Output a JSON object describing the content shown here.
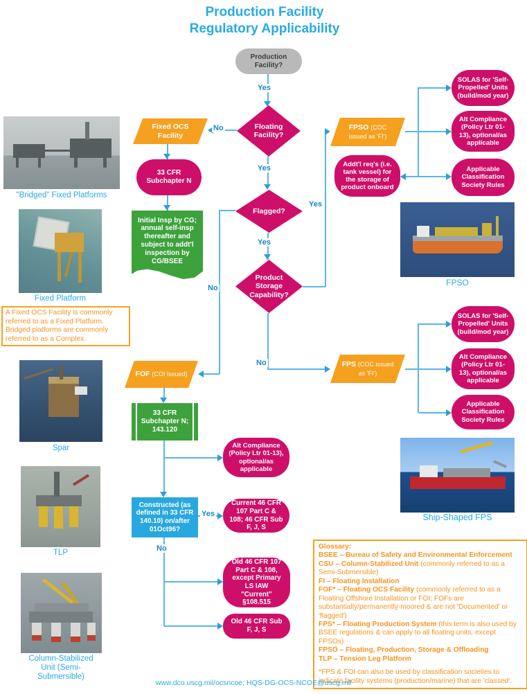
{
  "title": {
    "line1": "Production Facility",
    "line2": "Regulatory Applicability"
  },
  "labels": {
    "yes": "Yes",
    "no": "No"
  },
  "flowchart": {
    "start": "Production Facility?",
    "floating": "Floating Facility?",
    "fixed_ocs": "Fixed OCS Facility",
    "subchapter_n": "33 CFR Subchapter N",
    "initial_insp": "Initial Insp by CG; annual self-insp thereafter and subject to addt'l inspection by CG/BSEE",
    "flagged": "Flagged?",
    "product_storage": "Product Storage Capability?",
    "fpso_para": {
      "main": "FPSO",
      "sub": "(COC issued as 'FI')"
    },
    "fps_para": {
      "main": "FPS",
      "sub": "(COC issued as 'FI')"
    },
    "fof_para": {
      "main": "FOF",
      "sub": "(COI Issued)"
    },
    "addtl_reqs": "Addt'l req's (i.e. tank vessel) for the storage of product onboard",
    "solas": "SOLAS for 'Self-Propelled' Units (build/mod year)",
    "alt_compliance": "Alt Compliance (Policy Ltr 01-13), optional/as applicable",
    "class_rules": "Applicable Classification Society Rules",
    "subchapter_n_143": "33 CFR Subchapter N; 143.120",
    "constructed": "Constructed (as defined in 33 CFR 140.10) on/after 01Oct96?",
    "current_46": "Current 46 CFR 107 Part C & 108; 46 CFR Sub F, J, S",
    "old_46_107": "Old 46 CFR 107 Part C & 108, except Primary LS IAW \"Current\" §108.515",
    "old_46_sub": "Old 46 CFR Sub F, J, S"
  },
  "photos": {
    "bridged": {
      "caption": "\"Bridged\" Fixed Platforms"
    },
    "fixed": {
      "caption": "Fixed Platform"
    },
    "spar": {
      "caption": "Spar"
    },
    "tlp": {
      "caption": "TLP"
    },
    "csu": {
      "caption": "Column-Stabilized Unit (Semi-Submersible)"
    },
    "fpso": {
      "caption": "FPSO"
    },
    "fps": {
      "caption": "Ship-Shaped FPS"
    }
  },
  "note": "A Fixed OCS Facility is commonly referred to as a Fixed Platform. Bridged platforms are commonly referred to as a Complex.",
  "glossary": {
    "heading": "Glossary:",
    "entries": [
      {
        "term": "BSEE – Bureau of Safety and Environmental Enforcement",
        "rest": ""
      },
      {
        "term": "CSU – Column-Stabilized Unit",
        "rest": " (commonly referred to as a Semi-Submersible)"
      },
      {
        "term": "FI – Floating Installation",
        "rest": ""
      },
      {
        "term": "FOF* – Floating OCS Facility",
        "rest": " (commonly referred to as a Floating Offshore Installation or FOI; FOFs are substantially/permanently-moored & are not 'Documented' or 'flagged')"
      },
      {
        "term": "FPS* – Floating Production System",
        "rest": " (this term is also used by BSEE regulations & can apply to all floating units, except FPSOs)"
      },
      {
        "term": "FPSO – Floating, Production, Storage & Offloading",
        "rest": ""
      },
      {
        "term": "TLP – Tension Leg Platform",
        "rest": ""
      }
    ],
    "footnote": "*FPS & FOI can also be used by classification societies to indicate facility systems (production/marine) that are 'classed'."
  },
  "footer": "www.dco.uscg.mil/ocsncoe; HQS-DG-OCS-NCOE@uscg.mil",
  "colors": {
    "accent_blue": "#29ABE2",
    "magenta": "#CE0F6A",
    "orange": "#F5A01F",
    "green": "#3DA23C",
    "process_blue": "#29A8E0",
    "line_blue": "#58B6E8",
    "glossary_orange": "#F79420"
  }
}
